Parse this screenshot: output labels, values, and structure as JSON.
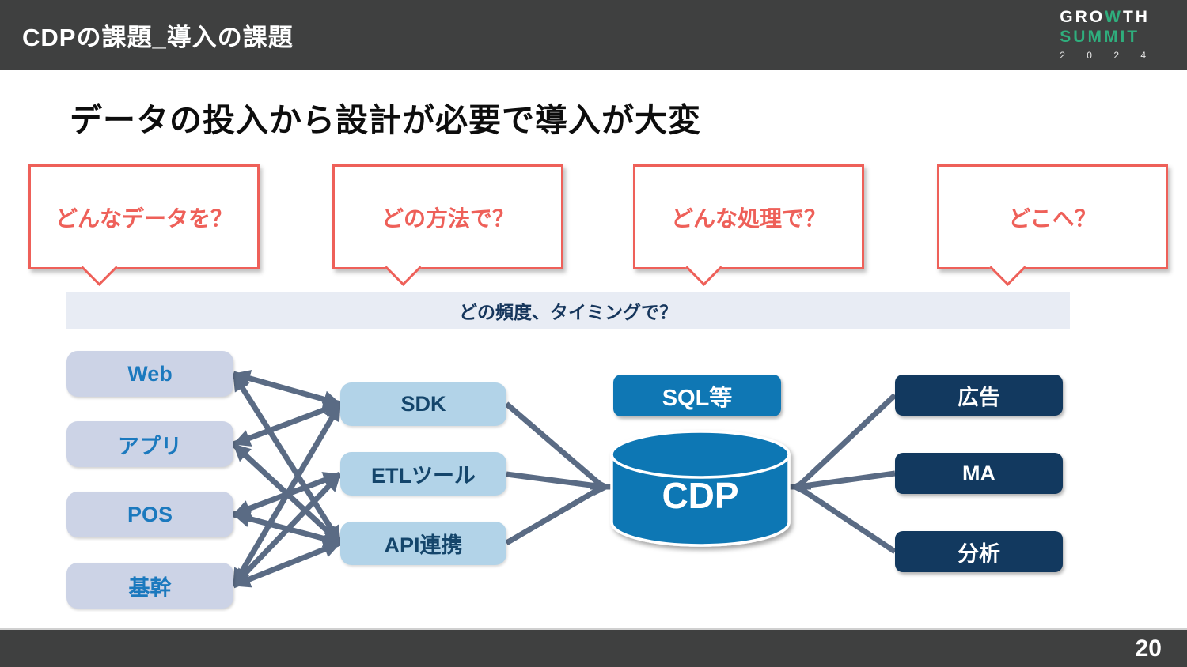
{
  "slide": {
    "header": {
      "title": "CDPの課題_導入の課題"
    },
    "logo": {
      "growth_pre": "GRO",
      "growth_w": "W",
      "growth_post": "TH",
      "summit": "SUMMIT",
      "year": "2 0 2 4"
    },
    "heading": "データの投入から設計が必要で導入が大変",
    "callouts": [
      {
        "label": "どんなデータを？"
      },
      {
        "label": "どの方法で？"
      },
      {
        "label": "どんな処理で？"
      },
      {
        "label": "どこへ？"
      }
    ],
    "banner": "どの頻度、タイミングで？",
    "sources": [
      {
        "label": "Web"
      },
      {
        "label": "アプリ"
      },
      {
        "label": "POS"
      },
      {
        "label": "基幹"
      }
    ],
    "methods": [
      {
        "label": "SDK"
      },
      {
        "label": "ETLツール"
      },
      {
        "label": "API連携"
      }
    ],
    "query_box": "SQL等",
    "cdp_label": "CDP",
    "destinations": [
      {
        "label": "広告"
      },
      {
        "label": "MA"
      },
      {
        "label": "分析"
      }
    ],
    "page_number": "20",
    "colors": {
      "header_bg": "#3f4040",
      "accent_coral": "#ee6059",
      "brand_green": "#2fae7d",
      "primary_blue": "#0f77b4",
      "dark_navy": "#12395f",
      "source_box_bg": "#ccd3e6",
      "method_box_bg": "#b2d3e8",
      "source_text_blue": "#1b79be",
      "banner_bg": "#e8ecf4",
      "banner_text": "#16365c",
      "connector_gray": "#5a6b84"
    }
  }
}
